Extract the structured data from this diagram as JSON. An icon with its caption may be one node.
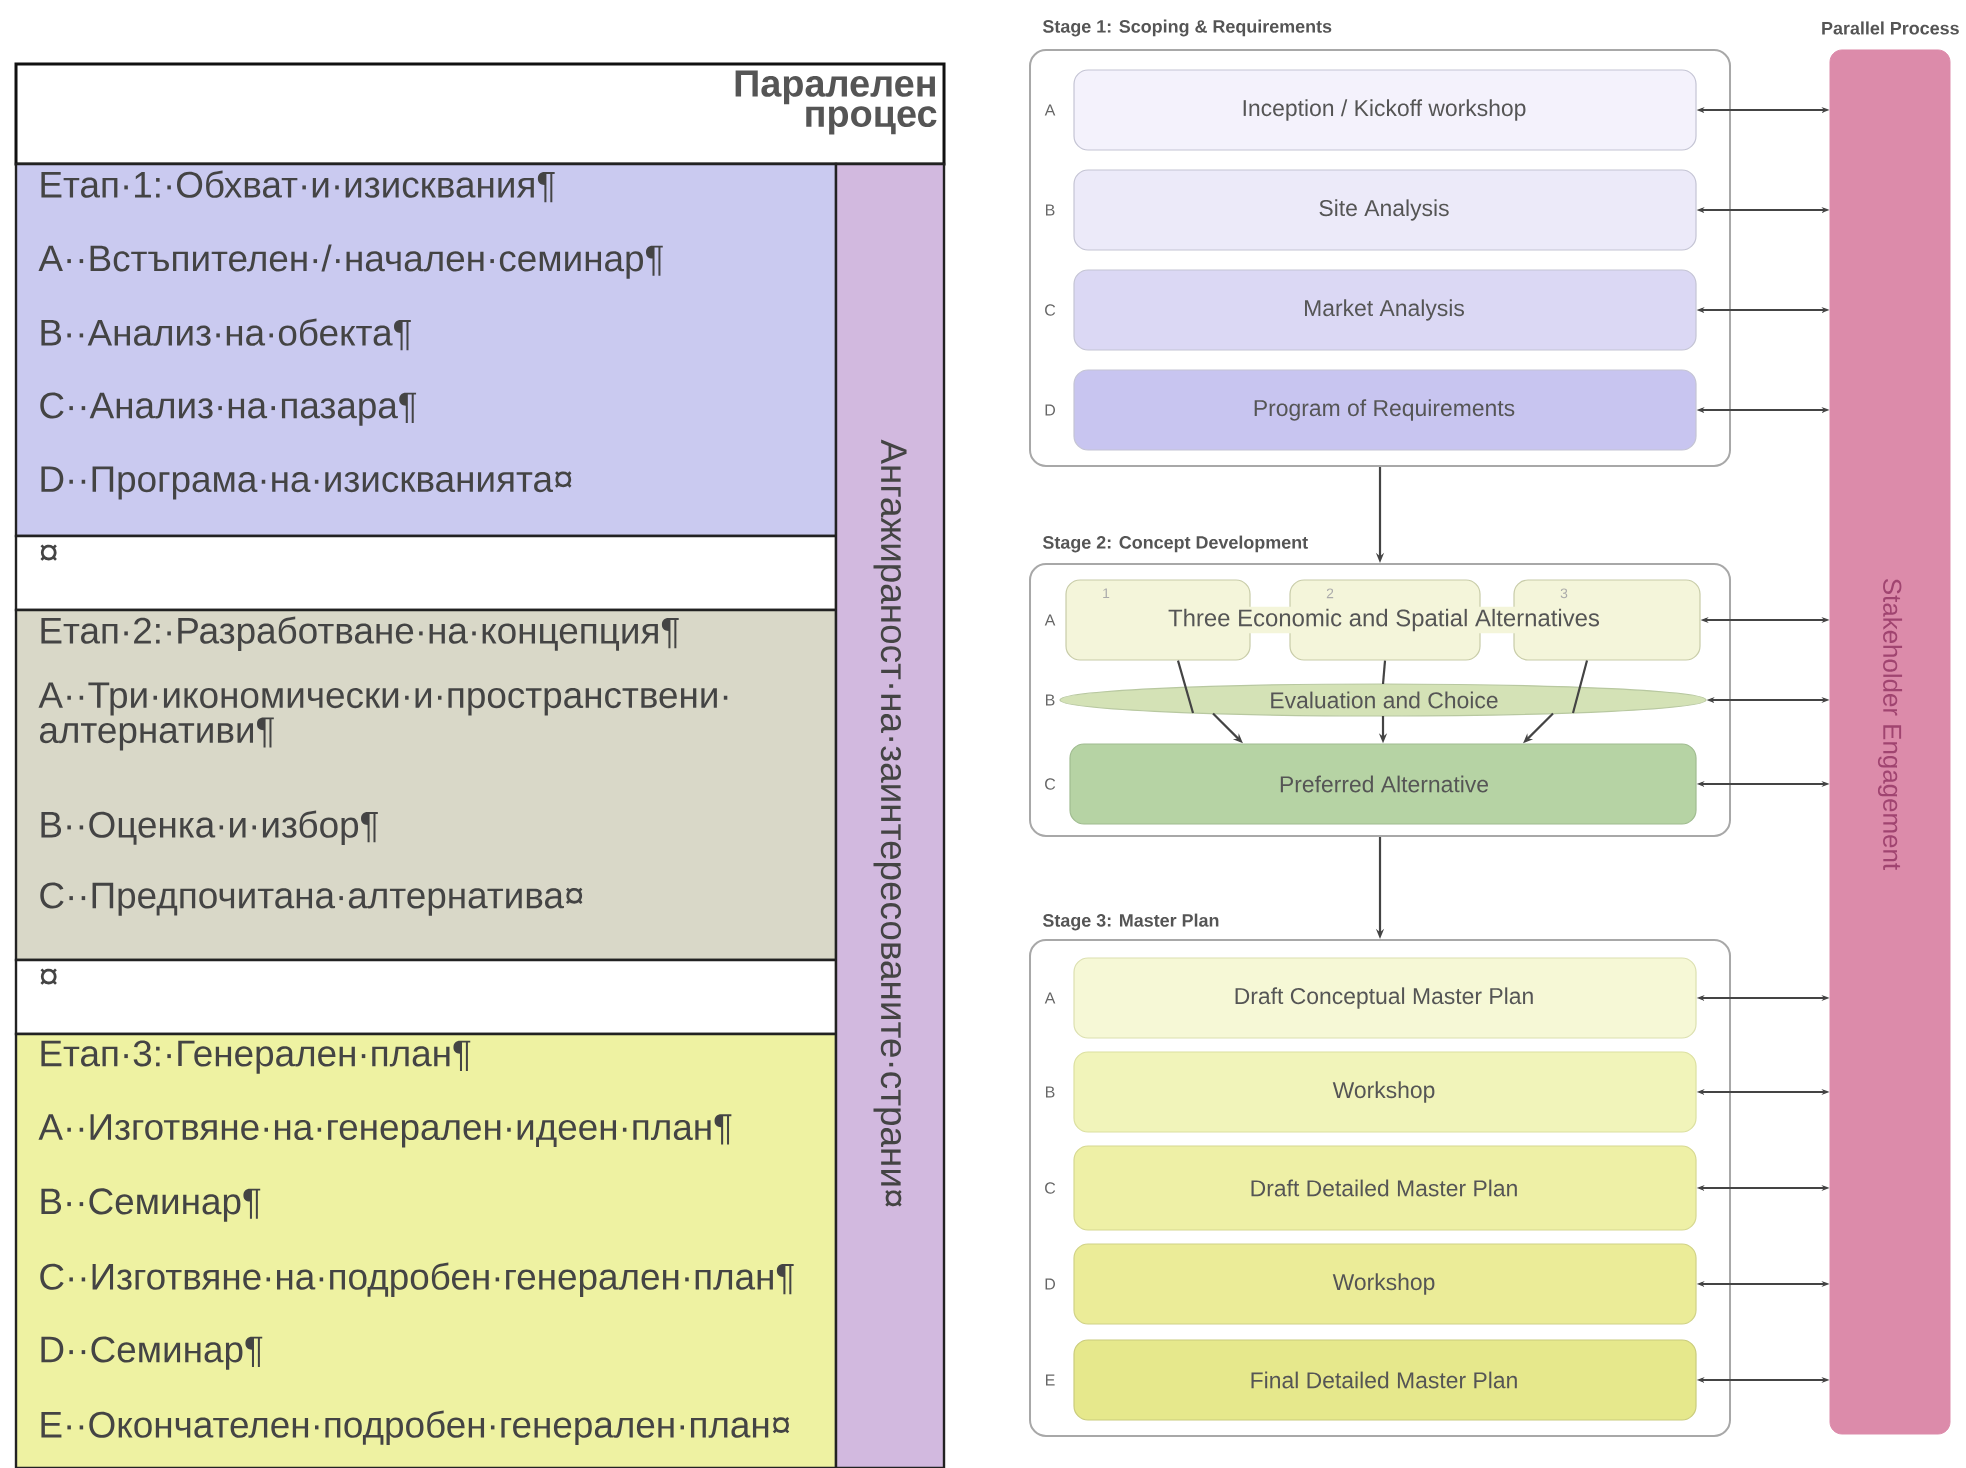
{
  "diagram": {
    "nodes": [
      {
        "text": [
          "Паралелен процес"
        ]
      },
      {
        "text": [
          "Етап·1:·Обхват·и·изисквания¶",
          "A··Встъпителен·/·начален·семинар¶",
          "B··Анализ·на·обекта¶",
          "C··Анализ·на·пазара¶",
          "D··Програма·на·изискванията¤"
        ]
      },
      {
        "text": [
          "¤"
        ]
      },
      {
        "text": [
          "Етап·2:·Разработване·на·концепция¶",
          "A··Три·икономически·и·пространствени· алтернативи¶",
          "B··Оценка·и·избор¶",
          "C··Предпочитана·алтернатива¤"
        ]
      },
      {
        "text": [
          "¤"
        ]
      },
      {
        "text": [
          "Етап·3:·Генерален·план¶",
          "A··Изготвяне·на·генерален·идеен·план¶",
          "B··Семинар¶",
          "C··Изготвяне·на·подробен·генерален·план¶",
          "D··Семинар¶",
          "E··Окончателен·подробен·генерален·план¤"
        ]
      },
      {
        "text": [
          "Ангажираност·на·заинтересованите·страни¤"
        ]
      },
      {
        "text": [
          "Stage 1: Scoping & Requirements"
        ]
      },
      {
        "text": [
          "Inception / Kickoff workshop"
        ],
        "in": 7,
        "beside": [
          "A"
        ]
      },
      {
        "text": [
          "Site Analysis"
        ],
        "in": 7,
        "beside": [
          "B"
        ]
      },
      {
        "text": [
          "Market Analysis"
        ],
        "in": 7,
        "beside": [
          "C"
        ]
      },
      {
        "text": [
          "Program of Requirements"
        ],
        "in": 7,
        "beside": [
          "D"
        ]
      },
      {
        "text": [
          "Stage 2: Concept Development"
        ]
      },
      {
        "text": [
          "1"
        ],
        "in": 12,
        "beside": [
          "A"
        ]
      },
      {
        "text": [
          "2"
        ],
        "in": 12
      },
      {
        "text": [
          "3"
        ],
        "in": 12
      },
      {
        "text": [
          "Evaluation and Choice"
        ],
        "in": 12,
        "beside": [
          "B"
        ]
      },
      {
        "text": [
          "Preferred Alternative"
        ],
        "in": 12,
        "beside": [
          "C"
        ]
      },
      {
        "text": [
          "Stage 3: Master Plan"
        ]
      },
      {
        "text": [
          "Draft Conceptual Master Plan"
        ],
        "in": 18,
        "beside": [
          "A"
        ]
      },
      {
        "text": [
          "Workshop"
        ],
        "in": 18,
        "beside": [
          "B"
        ]
      },
      {
        "text": [
          "Draft Detailed Master Plan"
        ],
        "in": 18,
        "beside": [
          "C"
        ]
      },
      {
        "text": [
          "Workshop"
        ],
        "in": 18,
        "beside": [
          "D"
        ]
      },
      {
        "text": [
          "Final Detailed Master Plan"
        ],
        "in": 18,
        "beside": [
          "E"
        ]
      },
      {
        "text": [
          "Parallel Process",
          "Stakeholder Engagement"
        ]
      }
    ],
    "edges": [
      {
        "from": 7,
        "to": 12,
        "arrow": "to"
      },
      {
        "from": 12,
        "to": 18,
        "arrow": "to"
      },
      {
        "from": 8,
        "to": 24,
        "arrow": "both"
      },
      {
        "from": 9,
        "to": 24,
        "arrow": "both"
      },
      {
        "from": 10,
        "to": 24,
        "arrow": "both"
      },
      {
        "from": 11,
        "to": 24,
        "arrow": "both"
      },
      {
        "from": 13,
        "to": 16,
        "arrow": "none"
      },
      {
        "from": 14,
        "to": 16,
        "arrow": "none"
      },
      {
        "from": 15,
        "to": 16,
        "arrow": "none"
      },
      {
        "from": 16,
        "to": 17,
        "arrow": "to"
      },
      {
        "from": 16,
        "to": 17,
        "arrow": "to"
      },
      {
        "from": 16,
        "to": 17,
        "arrow": "to"
      },
      {
        "from": 15,
        "to": 24,
        "arrow": "both"
      },
      {
        "from": 16,
        "to": 24,
        "arrow": "both"
      },
      {
        "from": 17,
        "to": 24,
        "arrow": "both"
      },
      {
        "from": 19,
        "to": 24,
        "arrow": "both"
      },
      {
        "from": 20,
        "to": 24,
        "arrow": "both"
      },
      {
        "from": 21,
        "to": 24,
        "arrow": "both"
      },
      {
        "from": 22,
        "to": 24,
        "arrow": "both"
      },
      {
        "from": 23,
        "to": 24,
        "arrow": "both"
      }
    ],
    "labels": [
      "Three Economic and Spatial Alternatives"
    ]
  }
}
